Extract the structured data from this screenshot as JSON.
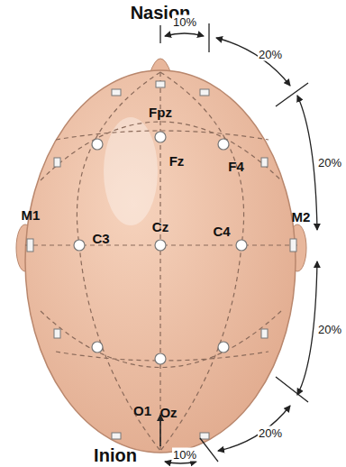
{
  "diagram": {
    "labels": [
      "Nasion",
      "10%",
      "20%",
      "20%",
      "20%",
      "20%",
      "10%",
      "Inion",
      "Fpz",
      "Fz",
      "F4",
      "M1",
      "C3",
      "Cz",
      "C4",
      "M2",
      "O1",
      "Oz"
    ]
  }
}
